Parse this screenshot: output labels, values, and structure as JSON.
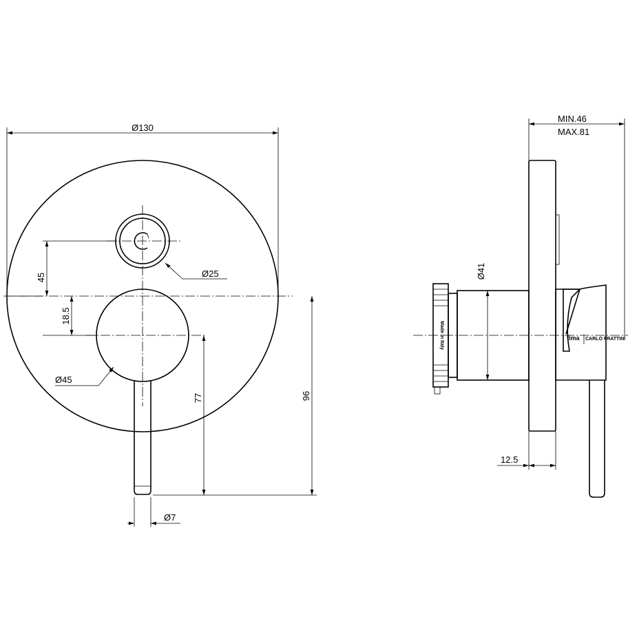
{
  "front_view": {
    "dims": {
      "plate_diameter": "Ø130",
      "diverter_diameter": "Ø25",
      "handle_hub_diameter": "Ø45",
      "lever_diameter": "Ø7",
      "diverter_offset": "45",
      "hub_offset": "18.5",
      "hub_to_lever_end": "77",
      "center_to_lever_end": "96"
    }
  },
  "side_view": {
    "dims": {
      "depth_min": "MIN.46",
      "depth_max": "MAX.81",
      "body_diameter": "Ø41",
      "plate_thickness": "12.5"
    },
    "labels": {
      "made_in": "Made in Italy",
      "brand": "fima",
      "brand_sub": "CARLO FRATTINI"
    }
  }
}
